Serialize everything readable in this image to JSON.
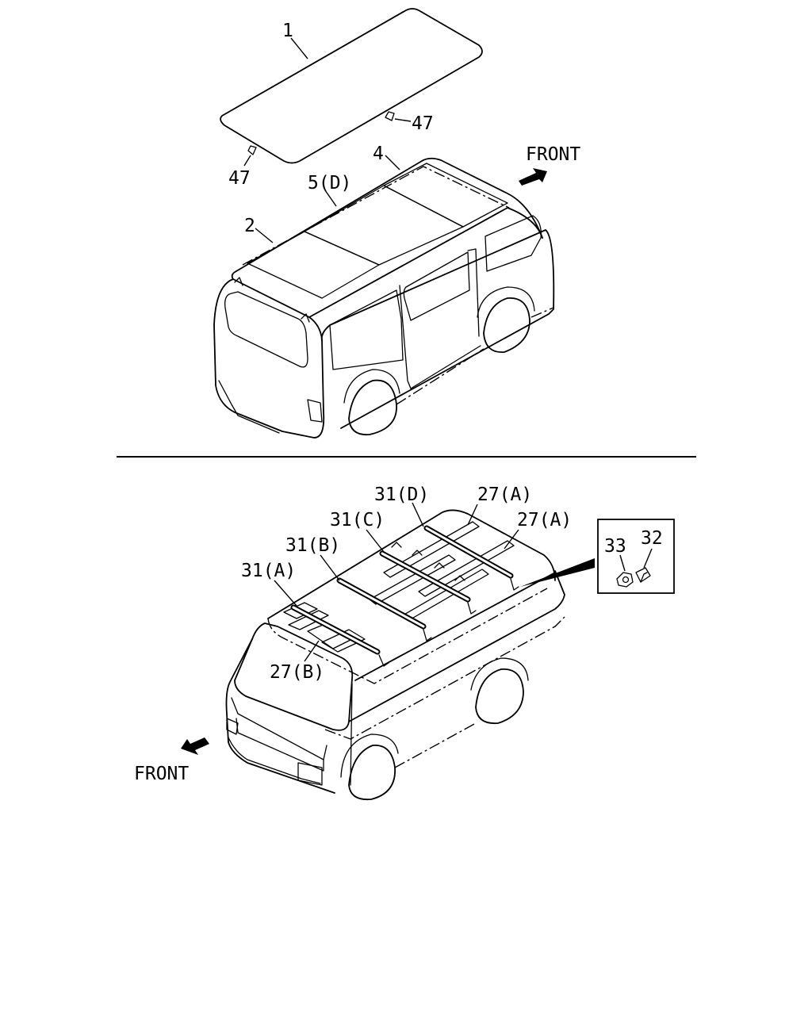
{
  "callouts": {
    "part_1": "1",
    "part_47_right": "47",
    "part_47_left": "47",
    "part_4": "4",
    "part_5d": "5(D)",
    "part_2": "2",
    "part_31d": "31(D)",
    "part_27a_top": "27(A)",
    "part_27a_second": "27(A)",
    "part_31c": "31(C)",
    "part_31b": "31(B)",
    "part_31a": "31(A)",
    "part_27b": "27(B)",
    "part_33": "33",
    "part_32": "32"
  },
  "direction_labels": {
    "front_top": "FRONT",
    "front_bottom": "FRONT"
  }
}
